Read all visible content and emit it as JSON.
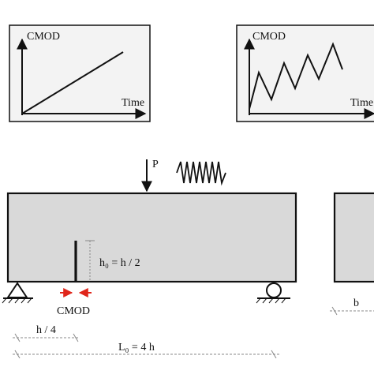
{
  "chart_left": {
    "y_label": "CMOD",
    "x_label": "Time"
  },
  "chart_right": {
    "y_label": "CMOD",
    "x_label": "Time"
  },
  "load_label": "P",
  "notch_label": "h₀ = h / 2",
  "cmod_label": "CMOD",
  "dim_quarter_label": "h / 4",
  "dim_span_label": "L₀ = 4 h",
  "dim_width_label": "b",
  "colors": {
    "specimen_fill": "#d9d9d9",
    "stroke": "#111111",
    "cmod_arrow": "#e0261b",
    "panel_fill": "#f3f3f3"
  }
}
